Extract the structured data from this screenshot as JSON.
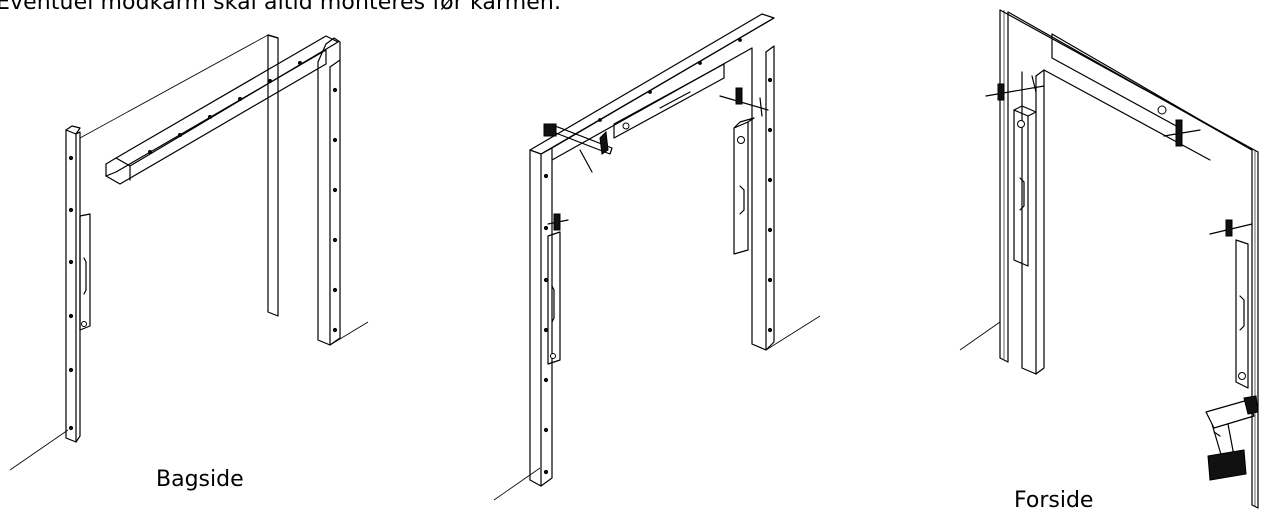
{
  "instruction": "Eventuel modkarm skal altid monteres før karmen.",
  "figures": [
    {
      "caption": "Bagside"
    },
    {
      "caption": ""
    },
    {
      "caption": "Forside"
    }
  ],
  "icons": [
    "clamp-icon",
    "cordless-drill-icon",
    "pry-bar-icon"
  ]
}
